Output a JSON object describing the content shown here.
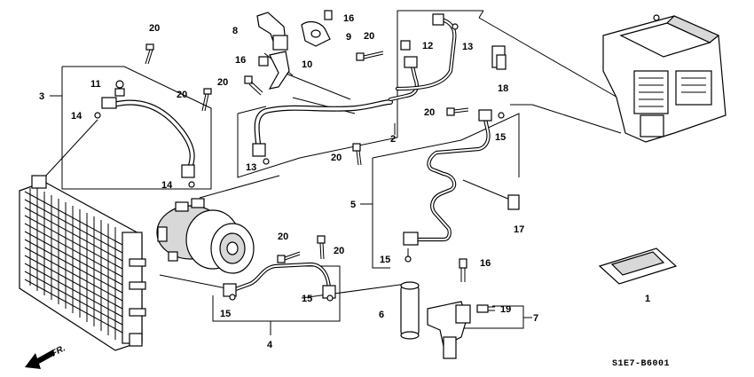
{
  "diagram": {
    "callouts": {
      "c1": "1",
      "c2": "2",
      "c3": "3",
      "c4": "4",
      "c5": "5",
      "c6": "6",
      "c7": "7",
      "c8": "8",
      "c9": "9",
      "c10": "10",
      "c11": "11",
      "c12": "12",
      "c13a": "13",
      "c13b": "13",
      "c14a": "14",
      "c14b": "14",
      "c15a": "15",
      "c15b": "15",
      "c15c": "15",
      "c15d": "15",
      "c16a": "16",
      "c16b": "16",
      "c16c": "16",
      "c17": "17",
      "c18": "18",
      "c19": "19",
      "c20a": "20",
      "c20b": "20",
      "c20c": "20",
      "c20d": "20",
      "c20e": "20",
      "c20f": "20",
      "c20g": "20"
    },
    "diagram_code": "S1E7-B6001",
    "front_indicator": "FR."
  }
}
